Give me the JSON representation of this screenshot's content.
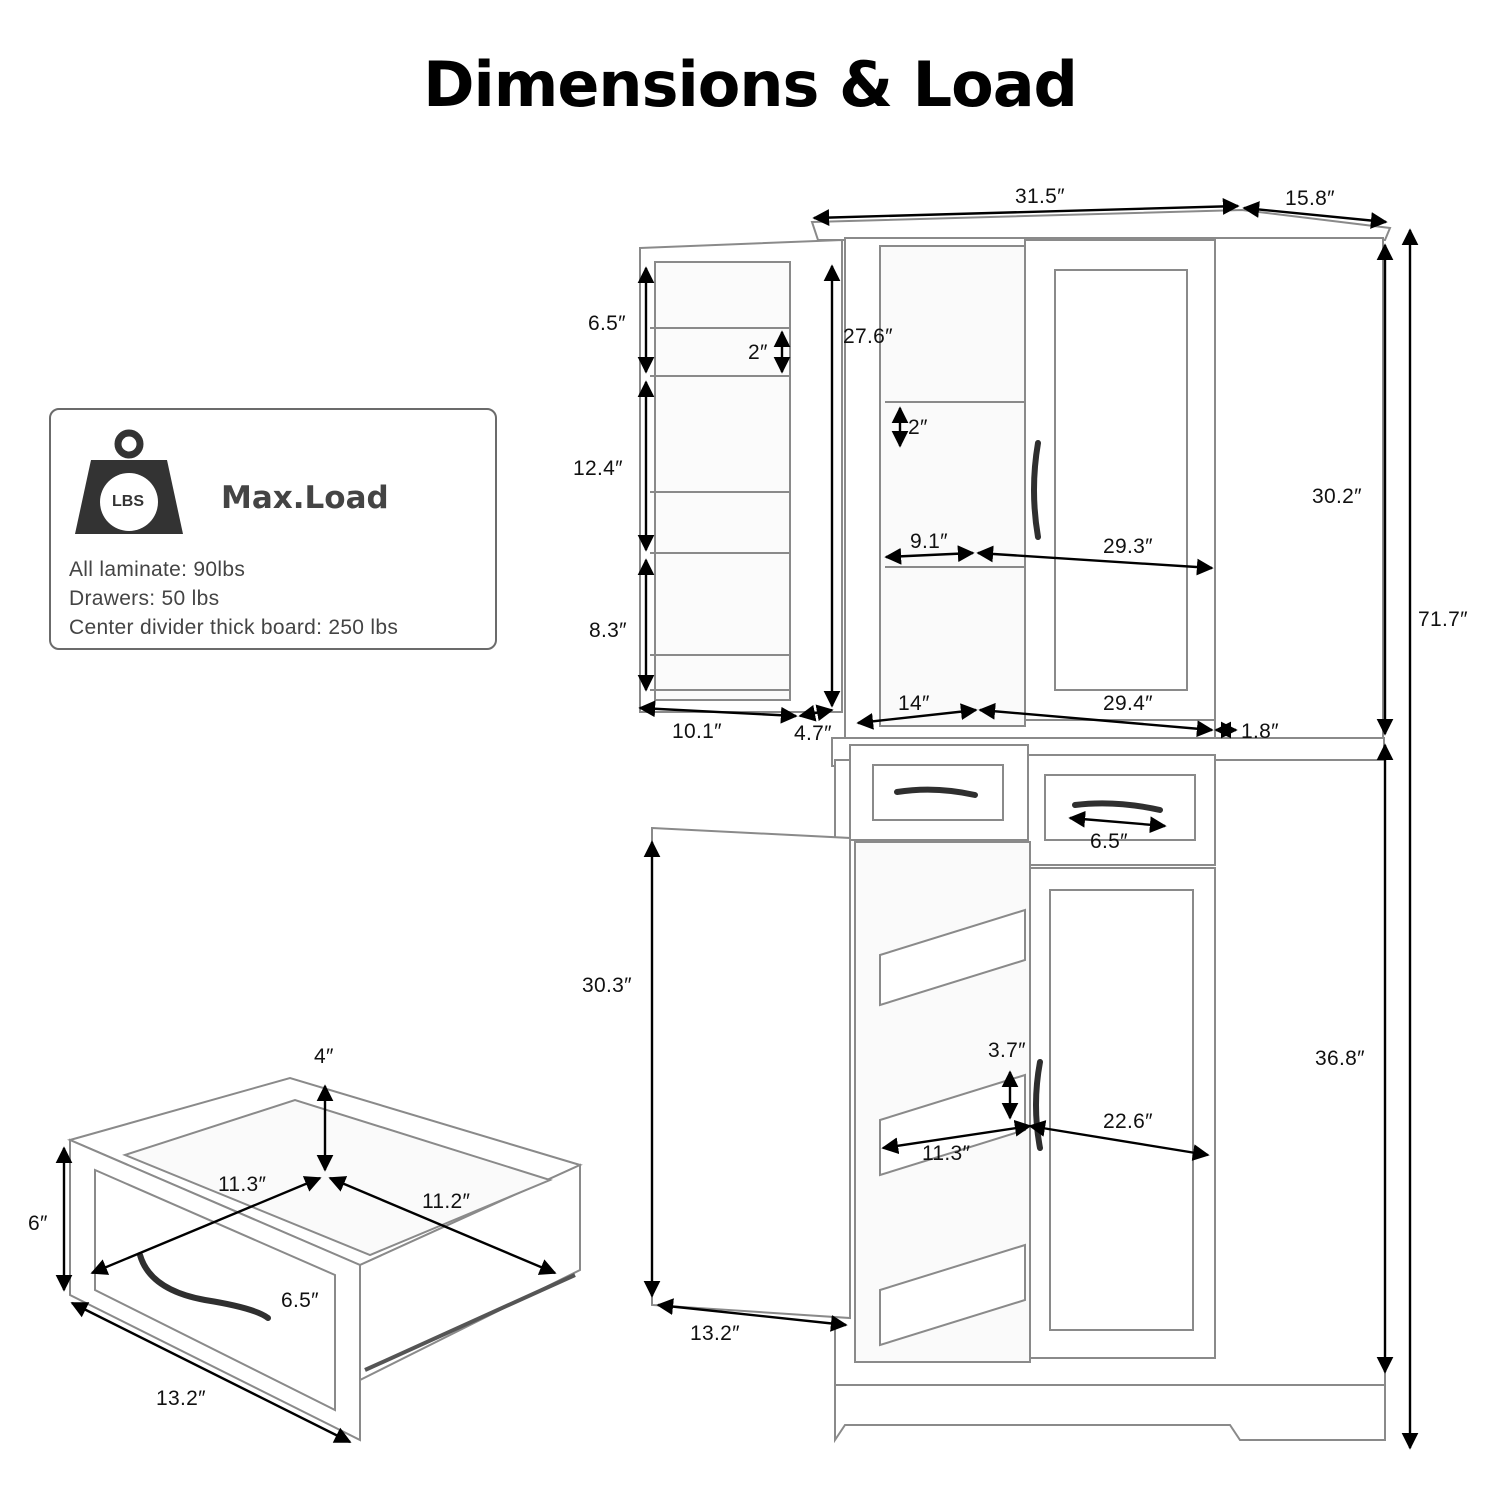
{
  "title": "Dimensions & Load",
  "load": {
    "icon": "weight-icon",
    "icon_label": "LBS",
    "heading": "Max.Load",
    "lines": [
      "All laminate: 90lbs",
      "Drawers: 50 lbs",
      "Center divider thick board: 250 lbs"
    ]
  },
  "dims": {
    "width_total": "31.5″",
    "depth_total": "15.8″",
    "height_total": "71.7″",
    "upper_height": "30.2″",
    "lower_height": "36.8″",
    "door_shelf_top": "6.5″",
    "door_shelf_mid": "12.4″",
    "door_shelf_bottom": "8.3″",
    "door_rail_gap": "2″",
    "upper_door_height": "27.6″",
    "shelf_lip": "2″",
    "shelf_depth": "9.1″",
    "shelf_width": "29.3″",
    "upper_depth": "14″",
    "upper_width": "29.4″",
    "side_panel": "1.8″",
    "door_width": "10.1″",
    "door_thickness": "4.7″",
    "handle_width": "6.5″",
    "lower_door_height": "30.3″",
    "lower_door_width": "13.2″",
    "pullout_lip": "3.7″",
    "pullout_depth": "11.3″",
    "pullout_width": "22.6″",
    "drawer_depth_inside": "4″",
    "drawer_height": "6″",
    "drawer_inner_depth": "11.3″",
    "drawer_inner_width": "11.2″",
    "drawer_handle": "6.5″",
    "drawer_width": "13.2″"
  }
}
